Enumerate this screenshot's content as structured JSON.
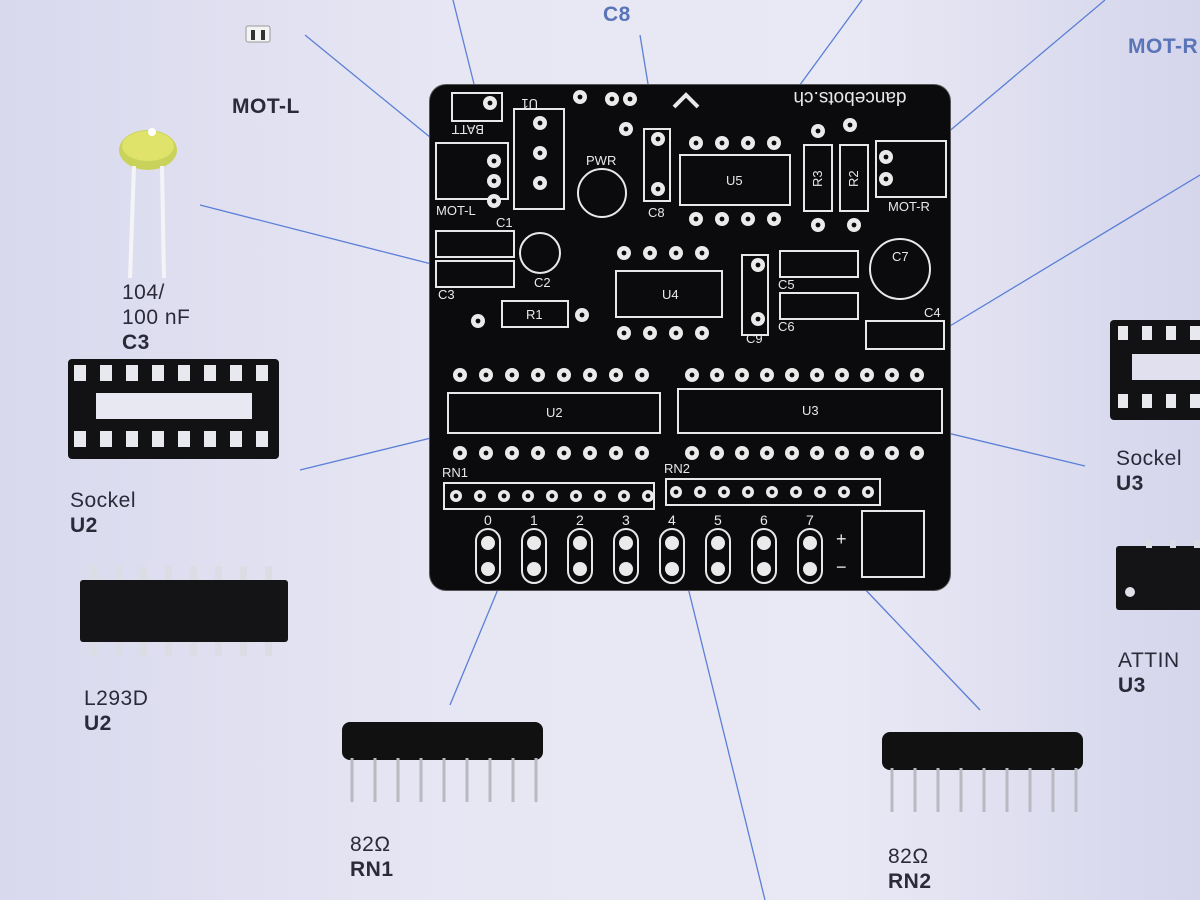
{
  "board": {
    "brand": "dancebots.ch",
    "silk": {
      "batt": "BATT",
      "u1": "U1",
      "pwr": "PWR",
      "u5": "U5",
      "r3": "R3",
      "r2": "R2",
      "motl": "MOT-L",
      "motr": "MOT-R",
      "c1": "C1",
      "c2": "C2",
      "c3": "C3",
      "c8": "C8",
      "c7": "C7",
      "c5": "C5",
      "c6": "C6",
      "c9": "C9",
      "c4": "C4",
      "u4": "U4",
      "r1": "R1",
      "u2": "U2",
      "u3": "U3",
      "rn1": "RN1",
      "rn2": "RN2",
      "bits": [
        "0",
        "1",
        "2",
        "3",
        "4",
        "5",
        "6",
        "7"
      ],
      "plus": "+",
      "minus": "−"
    }
  },
  "labels": {
    "c8": "C8",
    "motl": "MOT-L",
    "motr": "MOT-R",
    "c3_line1": "104/",
    "c3_line2": "100 nF",
    "c3_ref": "C3",
    "socket_u2_line": "Sockel",
    "socket_u2_ref": "U2",
    "l293_line": "L293D",
    "l293_ref": "U2",
    "rn1_value": "82Ω",
    "rn1_ref": "RN1",
    "rn2_value": "82Ω",
    "rn2_ref": "RN2",
    "socket_u3_line": "Sockel",
    "socket_u3_ref": "U3",
    "attiny_line": "ATTIN",
    "attiny_ref": "U3"
  },
  "colors": {
    "background": "#e4e4f2",
    "pcb": "#0b0b0d",
    "silkscreen": "#e8e8e8",
    "leader_lines": "#5b7fd6"
  }
}
